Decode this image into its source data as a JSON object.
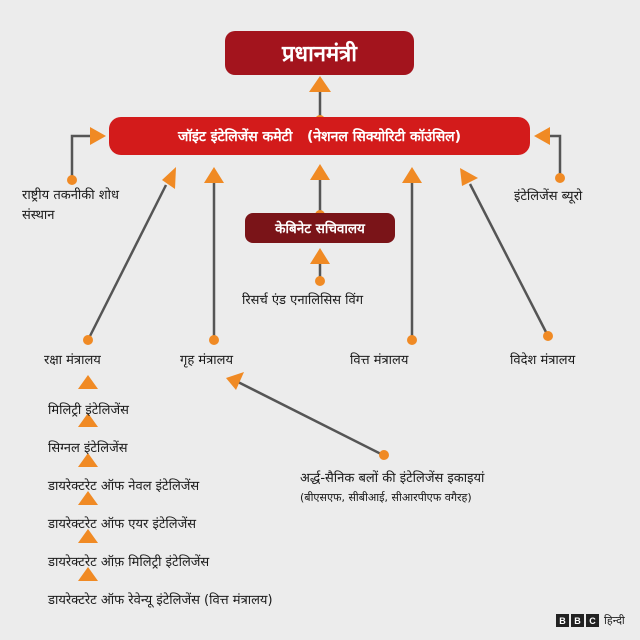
{
  "nodes": {
    "pm": "प्रधानमंत्री",
    "jic": "जॉइंट इंटेलिजेंस कमेटी   (नेशनल सिक्योरिटी कॉउंसिल)",
    "ntro": "राष्ट्रीय तकनीकी शोध संस्थान",
    "ib": "इंटेलिजेंस ब्यूरो",
    "cabinet": "केबिनेट सचिवालय",
    "raw": "रिसर्च एंड एनालिसिस विंग",
    "defence": "रक्षा मंत्रालय",
    "home": "गृह मंत्रालय",
    "finance": "वित्त मंत्रालय",
    "external": "विदेश मंत्रालय",
    "military_int": "मिलिट्री इंटेलिजेंस",
    "signal_int": "सिग्नल इंटेलिजेंस",
    "dir_naval": "डायरेक्टरेट ऑफ नेवल इंटेलिजेंस",
    "dir_air": "डायरेक्टरेट ऑफ एयर इंटेलिजेंस",
    "dir_military": "डायरेक्टरेट ऑफ़ मिलिट्री इंटेलिजेंस",
    "dir_revenue": "डायरेक्टरेट ऑफ रेवेन्यू इंटेलिजेंस (वित्त मंत्रालय)",
    "paramilitary": "अर्द्ध-सैनिक बलों की इंटेलिजेंस इकाइयां",
    "paramilitary_sub": "(बीएसएफ, सीबीआई, सीआरपीएफ वगैरह)"
  },
  "brand": {
    "letters": [
      "B",
      "B",
      "C"
    ],
    "hindi": "हिन्दी"
  },
  "colors": {
    "background": "#ececec",
    "pm_box": "#a3141d",
    "jic_box": "#d31b1b",
    "cabinet_box": "#7a1418",
    "arrow": "#f08a24",
    "line": "#555555"
  }
}
